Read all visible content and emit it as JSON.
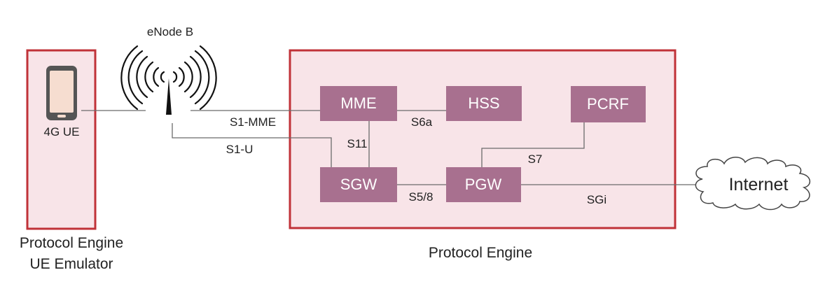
{
  "labels": {
    "enodeb": "eNode B",
    "ue": "4G UE",
    "ue_container_line1": "Protocol Engine",
    "ue_container_line2": "UE Emulator",
    "core_container": "Protocol Engine",
    "internet": "Internet"
  },
  "nodes": {
    "mme": "MME",
    "hss": "HSS",
    "pcrf": "PCRF",
    "sgw": "SGW",
    "pgw": "PGW"
  },
  "interfaces": {
    "s1_mme": "S1-MME",
    "s1_u": "S1-U",
    "s6a": "S6a",
    "s11": "S11",
    "s7": "S7",
    "s5_8": "S5/8",
    "sgi": "SGi"
  },
  "colors": {
    "container_border": "#c03238",
    "container_fill": "#f8e4e8",
    "node_fill": "#a8708f",
    "line": "#6b6b6b"
  }
}
